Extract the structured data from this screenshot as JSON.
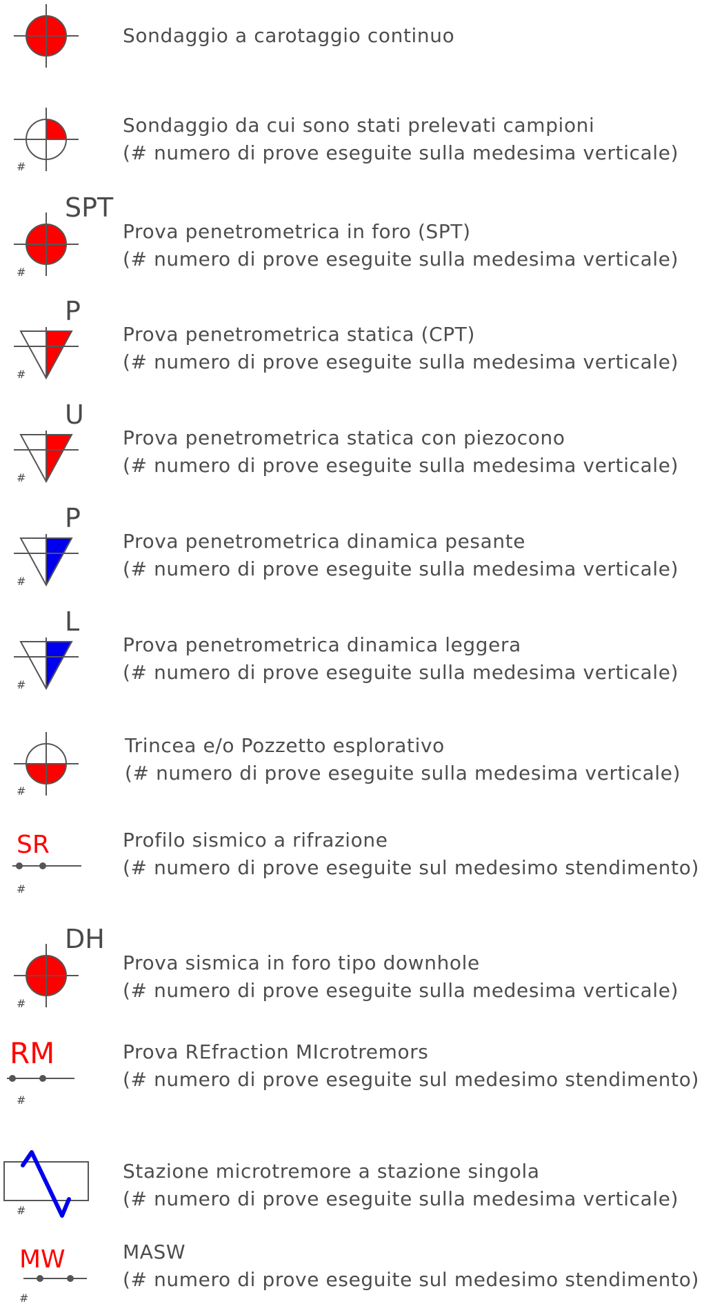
{
  "legend": {
    "hash_mark": "#",
    "items": [
      {
        "id": "sondaggio-continuo",
        "lines": [
          "Sondaggio a carotaggio continuo"
        ]
      },
      {
        "id": "sondaggio-campioni",
        "lines": [
          "Sondaggio da cui sono stati prelevati campioni",
          "(# numero di prove eseguite sulla medesima verticale)"
        ]
      },
      {
        "id": "spt",
        "symbol_label": "SPT",
        "lines": [
          "Prova penetrometrica in foro (SPT)",
          "(# numero di prove eseguite sulla medesima verticale)"
        ]
      },
      {
        "id": "cpt",
        "symbol_label": "P",
        "lines": [
          "Prova penetrometrica statica (CPT)",
          "(# numero di prove eseguite sulla medesima verticale)"
        ]
      },
      {
        "id": "cptu",
        "symbol_label": "U",
        "lines": [
          "Prova penetrometrica statica con piezocono",
          "(# numero di prove eseguite sulla medesima verticale)"
        ]
      },
      {
        "id": "dpsh",
        "symbol_label": "P",
        "lines": [
          "Prova penetrometrica dinamica pesante",
          "(# numero di prove eseguite sulla medesima verticale)"
        ]
      },
      {
        "id": "dpl",
        "symbol_label": "L",
        "lines": [
          "Prova penetrometrica dinamica leggera",
          "(# numero di prove eseguite sulla medesima verticale)"
        ]
      },
      {
        "id": "trincea",
        "lines": [
          "Trincea e/o Pozzetto esplorativo",
          "(# numero di prove eseguite sulla medesima verticale)"
        ]
      },
      {
        "id": "sr",
        "symbol_label": "SR",
        "lines": [
          "Profilo sismico a rifrazione",
          "(# numero di prove eseguite sul medesimo stendimento)"
        ]
      },
      {
        "id": "dh",
        "symbol_label": "DH",
        "lines": [
          "Prova sismica in foro tipo downhole",
          "(# numero di prove eseguite sulla medesima verticale)"
        ]
      },
      {
        "id": "rm",
        "symbol_label": "RM",
        "lines": [
          "Prova REfraction MIcrotremors",
          "(# numero di prove eseguite sul medesimo stendimento)"
        ]
      },
      {
        "id": "hvsr",
        "lines": [
          "Stazione microtremore a stazione singola",
          "(# numero di prove eseguite sulla medesima verticale)"
        ]
      },
      {
        "id": "masw",
        "symbol_label": "MW",
        "lines": [
          "MASW",
          "(# numero di prove eseguite sul medesimo stendimento)"
        ]
      }
    ]
  },
  "colors": {
    "red": "#ff0000",
    "blue": "#0000ee",
    "line": "#555555",
    "text": "#4d4d4d"
  }
}
